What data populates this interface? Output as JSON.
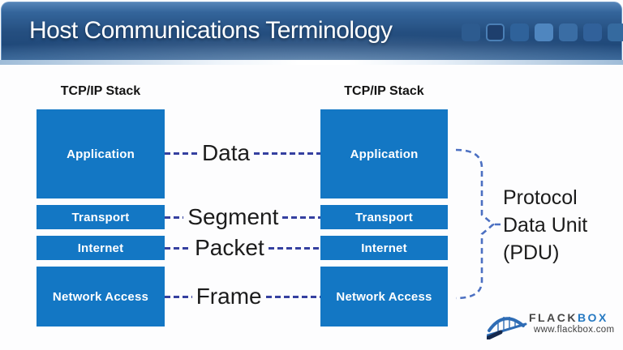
{
  "header": {
    "title": "Host Communications Terminology",
    "squares": [
      {
        "color": "#2d5b8f"
      },
      {
        "color": "#1e3f6d"
      },
      {
        "color": "#2f629a"
      },
      {
        "color": "#4f86bf"
      },
      {
        "color": "#3a6da4"
      },
      {
        "color": "#31619a"
      },
      {
        "color": "#356a9f"
      }
    ]
  },
  "stacks": {
    "left": {
      "title": "TCP/IP Stack",
      "layers": [
        "Application",
        "Transport",
        "Internet",
        "Network Access"
      ]
    },
    "right": {
      "title": "TCP/IP Stack",
      "layers": [
        "Application",
        "Transport",
        "Internet",
        "Network Access"
      ]
    }
  },
  "pdu_terms": {
    "application": "Data",
    "transport": "Segment",
    "internet": "Packet",
    "network_access": "Frame"
  },
  "bracket": {
    "lines": [
      "Protocol",
      "Data Unit",
      "(PDU)"
    ]
  },
  "logo": {
    "name_primary": "FLACK",
    "name_secondary": "BOX",
    "url": "www.flackbox.com"
  },
  "colors": {
    "header_blue_dark": "#20497a",
    "header_blue_light": "#5685b8",
    "layer_box_blue": "#1377c4",
    "connector_dash_blue": "#3540a0",
    "bracket_blue": "#4c70c2",
    "text_black": "#1c1c1c",
    "logo_blue": "#2e6cb5",
    "logo_navy": "#16294d",
    "logo_gray": "#474747"
  }
}
